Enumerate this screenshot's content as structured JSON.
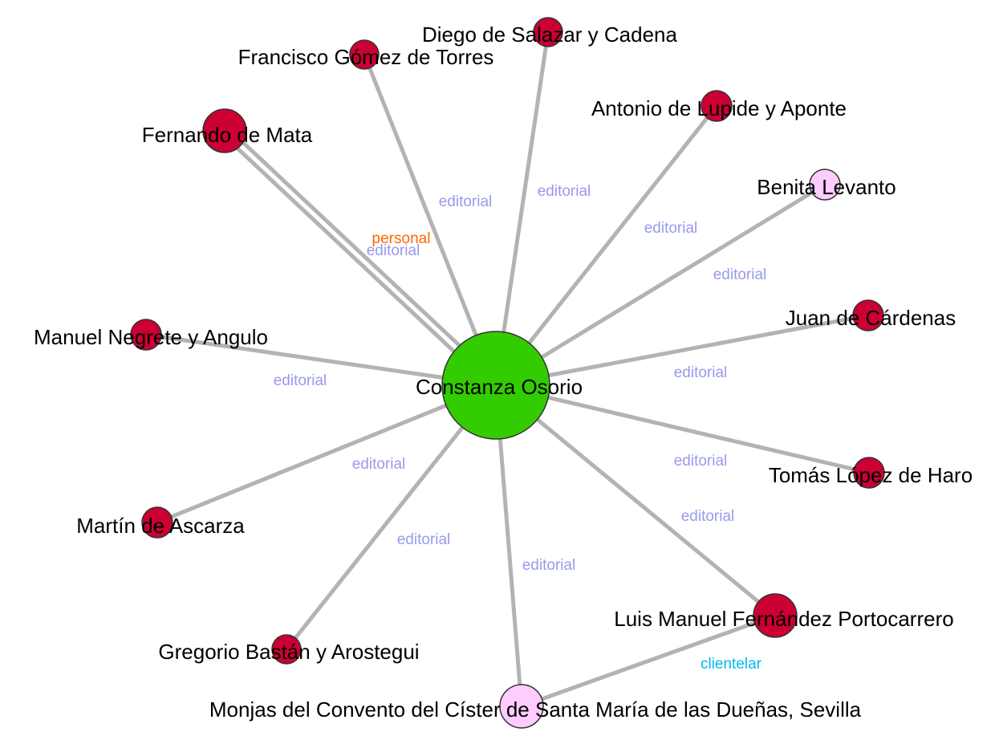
{
  "colors": {
    "person": "#cc0033",
    "institution": "#ffccff",
    "center": "#33cc00",
    "edge": "#b3b3b3",
    "node_stroke": "#333333",
    "editorial": "#9999ee",
    "personal": "#ff6600",
    "clientelar": "#00bbee"
  },
  "nodes": [
    {
      "id": "constanza",
      "label": "Constanza Osorio",
      "kind": "center"
    },
    {
      "id": "diego",
      "label": "Diego de Salazar y Cadena",
      "kind": "person"
    },
    {
      "id": "francisco",
      "label": "Francisco Gómez de Torres",
      "kind": "person"
    },
    {
      "id": "antonio",
      "label": "Antonio de Lupide y Aponte",
      "kind": "person"
    },
    {
      "id": "fernando",
      "label": "Fernando de Mata",
      "kind": "person"
    },
    {
      "id": "benita",
      "label": "Benita Levanto",
      "kind": "institution"
    },
    {
      "id": "manuel",
      "label": "Manuel Negrete y Angulo",
      "kind": "person"
    },
    {
      "id": "juan",
      "label": "Juan de Cárdenas",
      "kind": "person"
    },
    {
      "id": "tomas",
      "label": "Tomás López de Haro",
      "kind": "person"
    },
    {
      "id": "martin",
      "label": "Martín de Ascarza",
      "kind": "person"
    },
    {
      "id": "luis",
      "label": "Luis Manuel Fernández Portocarrero",
      "kind": "person"
    },
    {
      "id": "gregorio",
      "label": "Gregorio Bastán y Arostegui",
      "kind": "person"
    },
    {
      "id": "monjas",
      "label": "Monjas del Convento del Císter de Santa María de las Dueñas, Sevilla",
      "kind": "institution"
    }
  ],
  "edges": [
    {
      "source": "constanza",
      "target": "diego",
      "label": "editorial"
    },
    {
      "source": "constanza",
      "target": "francisco",
      "label": "editorial"
    },
    {
      "source": "constanza",
      "target": "antonio",
      "label": "editorial"
    },
    {
      "source": "constanza",
      "target": "fernando",
      "label": "personal"
    },
    {
      "source": "constanza",
      "target": "fernando",
      "label": "editorial"
    },
    {
      "source": "constanza",
      "target": "benita",
      "label": "editorial"
    },
    {
      "source": "constanza",
      "target": "manuel",
      "label": "editorial"
    },
    {
      "source": "constanza",
      "target": "juan",
      "label": "editorial"
    },
    {
      "source": "constanza",
      "target": "tomas",
      "label": "editorial"
    },
    {
      "source": "constanza",
      "target": "martin",
      "label": "editorial"
    },
    {
      "source": "constanza",
      "target": "luis",
      "label": "editorial"
    },
    {
      "source": "constanza",
      "target": "gregorio",
      "label": "editorial"
    },
    {
      "source": "constanza",
      "target": "monjas",
      "label": "editorial"
    },
    {
      "source": "luis",
      "target": "monjas",
      "label": "clientelar"
    }
  ]
}
